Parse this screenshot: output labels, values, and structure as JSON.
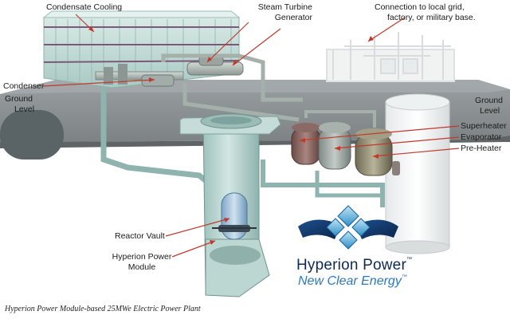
{
  "labels": {
    "condensate_cooling": "Condensate Cooling",
    "steam_turbine_line1": "Steam Turbine",
    "steam_turbine_line2": "Generator",
    "connection_line1": "Connection to local grid,",
    "connection_line2": "factory, or military base.",
    "condenser": "Condenser",
    "ground_level_left_line1": "Ground",
    "ground_level_left_line2": "Level",
    "ground_level_right_line1": "Ground",
    "ground_level_right_line2": "Level",
    "superheater": "Superheater",
    "evaporator": "Evaporator",
    "pre_heater": "Pre-Heater",
    "reactor_vault": "Reactor Vault",
    "hyperion_module_line1": "Hyperion Power",
    "hyperion_module_line2": "Module"
  },
  "logo": {
    "name": "Hyperion Power",
    "tagline": "New Clear Energy",
    "trademark": "™"
  },
  "caption": "Hyperion Power Module-based 25MWe Electric Power Plant",
  "colors": {
    "leader_line": "#c0392b",
    "ground_slab": "#8e9496",
    "vessel": "#b9d6d2",
    "pipe": "#aab3ae",
    "logo_dark": "#0d2a55",
    "logo_light": "#2c79c0"
  }
}
